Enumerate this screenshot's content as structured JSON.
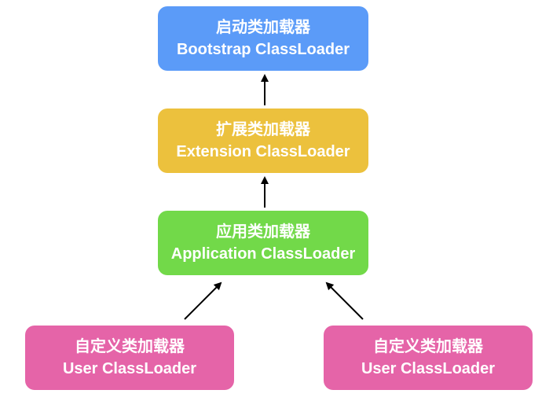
{
  "nodes": {
    "bootstrap": {
      "zh": "启动类加载器",
      "en": "Bootstrap ClassLoader",
      "color": "#5b9bf8"
    },
    "extension": {
      "zh": "扩展类加载器",
      "en": "Extension ClassLoader",
      "color": "#ecc13d"
    },
    "application": {
      "zh": "应用类加载器",
      "en": "Application ClassLoader",
      "color": "#72d949"
    },
    "user_left": {
      "zh": "自定义类加载器",
      "en": "User ClassLoader",
      "color": "#e564a8"
    },
    "user_right": {
      "zh": "自定义类加载器",
      "en": "User ClassLoader",
      "color": "#e564a8"
    }
  },
  "edges": [
    {
      "from": "extension",
      "to": "bootstrap"
    },
    {
      "from": "application",
      "to": "extension"
    },
    {
      "from": "user_left",
      "to": "application"
    },
    {
      "from": "user_right",
      "to": "application"
    }
  ],
  "arrow_color": "#000000"
}
